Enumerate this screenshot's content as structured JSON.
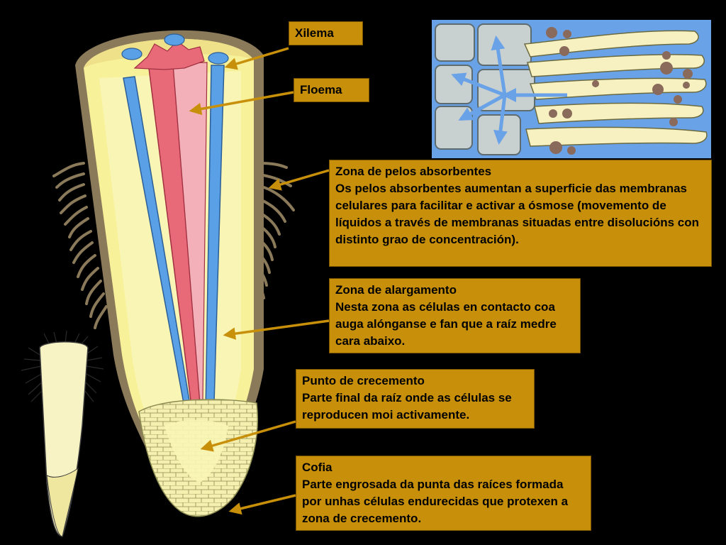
{
  "labels": {
    "xilema": {
      "title": "Xilema"
    },
    "floema": {
      "title": "Floema"
    },
    "pelos": {
      "title": "Zona de pelos absorbentes",
      "body": "Os pelos absorbentes aumentan a superficie das membranas celulares para facilitar e activar a ósmose (movemento de líquidos a través de membranas situadas entre disolucións con distinto grao de concentración)."
    },
    "alargamento": {
      "title": "Zona de alargamento",
      "body": "Nesta zona as células en contacto coa auga alónganse e fan que a raíz medre cara abaixo."
    },
    "punto": {
      "title": "Punto de crecemento",
      "body": "Parte final da raíz onde as células se reproducen moi activamente."
    },
    "cofia": {
      "title": "Cofia",
      "body": "Parte engrosada da punta das raíces formada por unhas células endurecidas que protexen a zona de crecemento."
    }
  },
  "colors": {
    "background": "#000000",
    "label_fill": "#c8900a",
    "arrow": "#c8900a",
    "cortex": "#f7f19a",
    "epidermis": "#8b7a5a",
    "xylem": "#5aa0e6",
    "phloem": "#e86a78",
    "phloem_light": "#f4b0b8",
    "cap": "#f6f0b0",
    "inset_bg": "#6aa2e8",
    "inset_cell": "#c8d0d0",
    "root_hair": "#f7f0c0",
    "soil": "#8a6a5a"
  }
}
